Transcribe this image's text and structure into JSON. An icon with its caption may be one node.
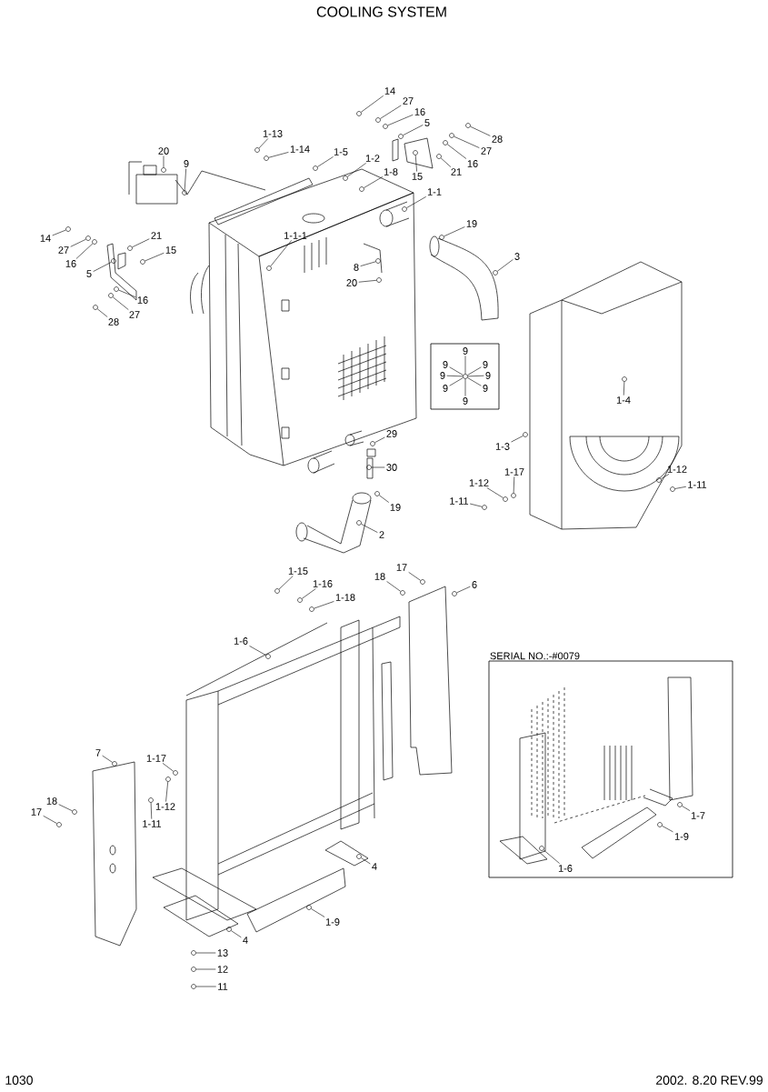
{
  "diagram": {
    "title": "COOLING SYSTEM",
    "nodes": [
      {
        "text": [
          "14"
        ]
      },
      {
        "text": [
          "27"
        ]
      },
      {
        "text": [
          "16"
        ]
      },
      {
        "text": [
          "5"
        ]
      },
      {
        "text": [
          "15"
        ]
      },
      {
        "text": [
          "21"
        ]
      },
      {
        "text": [
          "28"
        ]
      },
      {
        "text": [
          "27"
        ]
      },
      {
        "text": [
          "16"
        ]
      },
      {
        "text": [
          "1-13"
        ]
      },
      {
        "text": [
          "1-14"
        ]
      },
      {
        "text": [
          "1-5"
        ]
      },
      {
        "text": [
          "20"
        ]
      },
      {
        "text": [
          "9"
        ]
      },
      {
        "text": [
          "1-2"
        ]
      },
      {
        "text": [
          "1-8"
        ]
      },
      {
        "text": [
          "1-1"
        ]
      },
      {
        "text": [
          "14"
        ]
      },
      {
        "text": [
          "27"
        ]
      },
      {
        "text": [
          "16"
        ]
      },
      {
        "text": [
          "21"
        ]
      },
      {
        "text": [
          "15"
        ]
      },
      {
        "text": [
          "5"
        ]
      },
      {
        "text": [
          "16"
        ]
      },
      {
        "text": [
          "27"
        ]
      },
      {
        "text": [
          "28"
        ]
      },
      {
        "text": [
          "1-1-1"
        ]
      },
      {
        "text": [
          "8"
        ]
      },
      {
        "text": [
          "20"
        ]
      },
      {
        "text": [
          "19"
        ]
      },
      {
        "text": [
          "3"
        ]
      },
      {
        "text": [
          "29"
        ]
      },
      {
        "text": [
          "30"
        ]
      },
      {
        "text": [
          "19"
        ]
      },
      {
        "text": [
          "2"
        ]
      },
      {
        "text": [
          "1-4"
        ]
      },
      {
        "text": [
          "1-3"
        ]
      },
      {
        "text": [
          "1-17"
        ]
      },
      {
        "text": [
          "1-12"
        ]
      },
      {
        "text": [
          "1-11"
        ]
      },
      {
        "text": [
          "1-12"
        ]
      },
      {
        "text": [
          "1-11"
        ]
      },
      {
        "text": [],
        "shape": "box"
      },
      {
        "text": [
          "9"
        ],
        "in": 42
      },
      {
        "text": [
          "9"
        ],
        "in": 42
      },
      {
        "text": [
          "9"
        ],
        "in": 42
      },
      {
        "text": [
          "9"
        ],
        "in": 42
      },
      {
        "text": [
          "9"
        ],
        "in": 42
      },
      {
        "text": [
          "9"
        ],
        "in": 42
      },
      {
        "text": [
          "9"
        ],
        "in": 42
      },
      {
        "text": [
          "9"
        ],
        "in": 42
      },
      {
        "text": [
          "1-15"
        ]
      },
      {
        "text": [
          "1-16"
        ]
      },
      {
        "text": [
          "1-18"
        ]
      },
      {
        "text": [
          "18"
        ]
      },
      {
        "text": [
          "17"
        ]
      },
      {
        "text": [
          "6"
        ]
      },
      {
        "text": [
          "1-6"
        ]
      },
      {
        "text": [
          "7"
        ]
      },
      {
        "text": [
          "1-17"
        ]
      },
      {
        "text": [
          "1-12"
        ]
      },
      {
        "text": [
          "1-11"
        ]
      },
      {
        "text": [
          "18"
        ]
      },
      {
        "text": [
          "17"
        ]
      },
      {
        "text": [
          "4"
        ]
      },
      {
        "text": [
          "1-9"
        ]
      },
      {
        "text": [
          "4"
        ]
      },
      {
        "text": [
          "13"
        ]
      },
      {
        "text": [
          "12"
        ]
      },
      {
        "text": [
          "11"
        ]
      },
      {
        "text": [
          "SERIAL NO.:-#0079"
        ]
      },
      {
        "text": [
          "1-7"
        ],
        "in": 70
      },
      {
        "text": [
          "1-9"
        ],
        "in": 70
      },
      {
        "text": [
          "1-6"
        ],
        "in": 70
      },
      {
        "text": [],
        "shape": "circle"
      },
      {
        "text": [],
        "shape": "circle"
      },
      {
        "text": [],
        "shape": "circle"
      },
      {
        "text": [],
        "shape": "circle"
      },
      {
        "text": [],
        "shape": "circle"
      },
      {
        "text": [],
        "shape": "circle"
      },
      {
        "text": [],
        "shape": "circle"
      },
      {
        "text": [],
        "shape": "circle"
      },
      {
        "text": [],
        "shape": "circle"
      },
      {
        "text": [],
        "shape": "circle"
      },
      {
        "text": [],
        "shape": "circle"
      },
      {
        "text": [],
        "shape": "circle"
      },
      {
        "text": [],
        "shape": "circle"
      },
      {
        "text": [],
        "shape": "circle"
      },
      {
        "text": [],
        "shape": "circle"
      },
      {
        "text": [],
        "shape": "circle"
      },
      {
        "text": [],
        "shape": "circle"
      },
      {
        "text": [],
        "shape": "circle"
      },
      {
        "text": [],
        "shape": "circle"
      },
      {
        "text": [],
        "shape": "circle"
      },
      {
        "text": [],
        "shape": "circle"
      },
      {
        "text": [],
        "shape": "circle"
      },
      {
        "text": [],
        "shape": "circle"
      },
      {
        "text": [],
        "shape": "circle"
      },
      {
        "text": [],
        "shape": "circle"
      },
      {
        "text": [],
        "shape": "circle"
      },
      {
        "text": [],
        "shape": "circle"
      },
      {
        "text": [],
        "shape": "circle"
      },
      {
        "text": [],
        "shape": "circle"
      },
      {
        "text": [],
        "shape": "circle"
      },
      {
        "text": [],
        "shape": "circle"
      },
      {
        "text": [],
        "shape": "circle"
      },
      {
        "text": [],
        "shape": "circle"
      },
      {
        "text": [],
        "shape": "circle"
      },
      {
        "text": [],
        "shape": "circle"
      },
      {
        "text": [],
        "shape": "circle"
      },
      {
        "text": [],
        "shape": "circle"
      },
      {
        "text": [],
        "shape": "circle"
      },
      {
        "text": [],
        "shape": "circle"
      },
      {
        "text": [],
        "shape": "circle"
      },
      {
        "text": [],
        "shape": "circle"
      },
      {
        "text": [],
        "shape": "circle"
      },
      {
        "text": [],
        "shape": "circle",
        "in": 42
      },
      {
        "text": [],
        "shape": "circle"
      },
      {
        "text": [],
        "shape": "circle"
      },
      {
        "text": [],
        "shape": "circle"
      },
      {
        "text": [],
        "shape": "circle"
      },
      {
        "text": [],
        "shape": "circle"
      },
      {
        "text": [],
        "shape": "circle"
      },
      {
        "text": [],
        "shape": "circle"
      },
      {
        "text": [],
        "shape": "circle"
      },
      {
        "text": [],
        "shape": "circle"
      },
      {
        "text": [],
        "shape": "circle"
      },
      {
        "text": [],
        "shape": "circle"
      },
      {
        "text": [],
        "shape": "circle"
      },
      {
        "text": [],
        "shape": "circle"
      },
      {
        "text": [],
        "shape": "circle"
      },
      {
        "text": [],
        "shape": "circle"
      },
      {
        "text": [],
        "shape": "circle"
      },
      {
        "text": [],
        "shape": "circle"
      },
      {
        "text": [],
        "shape": "circle"
      },
      {
        "text": [],
        "shape": "circle"
      },
      {
        "text": [],
        "shape": "circle",
        "in": 70
      },
      {
        "text": [],
        "shape": "circle",
        "in": 70
      },
      {
        "text": [],
        "shape": "circle",
        "in": 70
      }
    ],
    "edges": [
      {
        "from": 0,
        "to": 74,
        "arrow": "none"
      },
      {
        "from": 1,
        "to": 75,
        "arrow": "none"
      },
      {
        "from": 2,
        "to": 76,
        "arrow": "none"
      },
      {
        "from": 3,
        "to": 77,
        "arrow": "none"
      },
      {
        "from": 4,
        "to": 78,
        "arrow": "none"
      },
      {
        "from": 5,
        "to": 79,
        "arrow": "none"
      },
      {
        "from": 6,
        "to": 80,
        "arrow": "none"
      },
      {
        "from": 7,
        "to": 81,
        "arrow": "none"
      },
      {
        "from": 8,
        "to": 82,
        "arrow": "none"
      },
      {
        "from": 9,
        "to": 83,
        "arrow": "none"
      },
      {
        "from": 10,
        "to": 84,
        "arrow": "none"
      },
      {
        "from": 11,
        "to": 85,
        "arrow": "none"
      },
      {
        "from": 12,
        "to": 86,
        "arrow": "none"
      },
      {
        "from": 13,
        "to": 87,
        "arrow": "none"
      },
      {
        "from": 14,
        "to": 88,
        "arrow": "none"
      },
      {
        "from": 15,
        "to": 89,
        "arrow": "none"
      },
      {
        "from": 16,
        "to": 90,
        "arrow": "none"
      },
      {
        "from": 17,
        "to": 91,
        "arrow": "none"
      },
      {
        "from": 18,
        "to": 92,
        "arrow": "none"
      },
      {
        "from": 19,
        "to": 93,
        "arrow": "none"
      },
      {
        "from": 20,
        "to": 94,
        "arrow": "none"
      },
      {
        "from": 21,
        "to": 95,
        "arrow": "none"
      },
      {
        "from": 22,
        "to": 96,
        "arrow": "none"
      },
      {
        "from": 23,
        "to": 97,
        "arrow": "none"
      },
      {
        "from": 24,
        "to": 98,
        "arrow": "none"
      },
      {
        "from": 25,
        "to": 99,
        "arrow": "none"
      },
      {
        "from": 26,
        "to": 100,
        "arrow": "none"
      },
      {
        "from": 27,
        "to": 101,
        "arrow": "none"
      },
      {
        "from": 28,
        "to": 102,
        "arrow": "none"
      },
      {
        "from": 29,
        "to": 103,
        "arrow": "none"
      },
      {
        "from": 30,
        "to": 104,
        "arrow": "none"
      },
      {
        "from": 31,
        "to": 105,
        "arrow": "none"
      },
      {
        "from": 32,
        "to": 106,
        "arrow": "none"
      },
      {
        "from": 33,
        "to": 107,
        "arrow": "none"
      },
      {
        "from": 34,
        "to": 108,
        "arrow": "none"
      },
      {
        "from": 35,
        "to": 109,
        "arrow": "none"
      },
      {
        "from": 36,
        "to": 110,
        "arrow": "none"
      },
      {
        "from": 37,
        "to": 111,
        "arrow": "none"
      },
      {
        "from": 38,
        "to": 112,
        "arrow": "none"
      },
      {
        "from": 39,
        "to": 113,
        "arrow": "none"
      },
      {
        "from": 40,
        "to": 114,
        "arrow": "none"
      },
      {
        "from": 41,
        "to": 115,
        "arrow": "none"
      },
      {
        "from": 43,
        "to": 116,
        "arrow": "none"
      },
      {
        "from": 44,
        "to": 116,
        "arrow": "none"
      },
      {
        "from": 45,
        "to": 116,
        "arrow": "none"
      },
      {
        "from": 46,
        "to": 116,
        "arrow": "none"
      },
      {
        "from": 47,
        "to": 116,
        "arrow": "none"
      },
      {
        "from": 48,
        "to": 116,
        "arrow": "none"
      },
      {
        "from": 49,
        "to": 116,
        "arrow": "none"
      },
      {
        "from": 50,
        "to": 116,
        "arrow": "none"
      },
      {
        "from": 51,
        "to": 117,
        "arrow": "none"
      },
      {
        "from": 52,
        "to": 118,
        "arrow": "none"
      },
      {
        "from": 53,
        "to": 119,
        "arrow": "none"
      },
      {
        "from": 54,
        "to": 120,
        "arrow": "none"
      },
      {
        "from": 55,
        "to": 121,
        "arrow": "none"
      },
      {
        "from": 56,
        "to": 122,
        "arrow": "none"
      },
      {
        "from": 57,
        "to": 123,
        "arrow": "none"
      },
      {
        "from": 58,
        "to": 124,
        "arrow": "none"
      },
      {
        "from": 59,
        "to": 125,
        "arrow": "none"
      },
      {
        "from": 60,
        "to": 126,
        "arrow": "none"
      },
      {
        "from": 61,
        "to": 127,
        "arrow": "none"
      },
      {
        "from": 62,
        "to": 128,
        "arrow": "none"
      },
      {
        "from": 63,
        "to": 129,
        "arrow": "none"
      },
      {
        "from": 64,
        "to": 130,
        "arrow": "none"
      },
      {
        "from": 65,
        "to": 131,
        "arrow": "none"
      },
      {
        "from": 66,
        "to": 132,
        "arrow": "none"
      },
      {
        "from": 67,
        "to": 133,
        "arrow": "none"
      },
      {
        "from": 68,
        "to": 134,
        "arrow": "none"
      },
      {
        "from": 69,
        "to": 135,
        "arrow": "none"
      },
      {
        "from": 71,
        "to": 136,
        "arrow": "none"
      },
      {
        "from": 72,
        "to": 137,
        "arrow": "none"
      },
      {
        "from": 73,
        "to": 138,
        "arrow": "none"
      }
    ],
    "labels": [
      "1030",
      "2002. 8.20 REV.99"
    ]
  }
}
